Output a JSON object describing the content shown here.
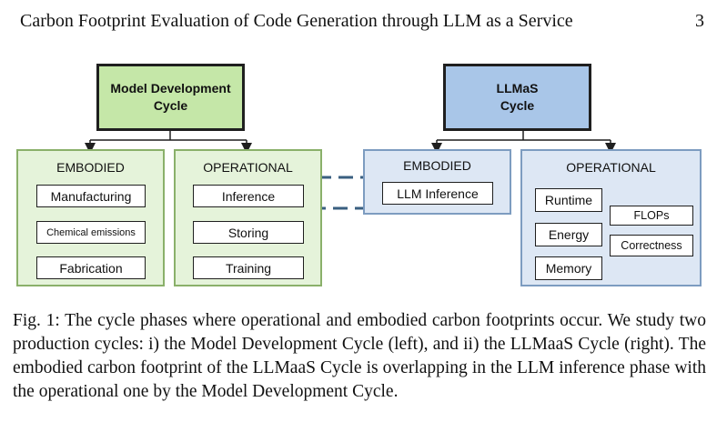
{
  "header": {
    "title": "Carbon Footprint Evaluation of Code Generation through LLM as a Service",
    "page_number": "3"
  },
  "figure": {
    "left_cycle": {
      "title_line1": "Model Development",
      "title_line2": "Cycle",
      "embodied": {
        "title": "EMBODIED",
        "items": [
          "Manufacturing",
          "Chemical emissions",
          "Fabrication"
        ]
      },
      "operational": {
        "title": "OPERATIONAL",
        "items": [
          "Inference",
          "Storing",
          "Training"
        ]
      }
    },
    "right_cycle": {
      "title_line1": "LLMaS",
      "title_line2": "Cycle",
      "embodied": {
        "title": "EMBODIED",
        "items": [
          "LLM Inference"
        ]
      },
      "operational": {
        "title": "OPERATIONAL",
        "items": [
          "Runtime",
          "FLOPs",
          "Energy",
          "Correctness",
          "Memory"
        ]
      }
    },
    "colors": {
      "green_fill": "#c5e7a8",
      "blue_fill": "#a9c6e8",
      "green_group": "#e5f3da",
      "blue_group": "#dde7f4",
      "overlap_dash": "#3a5f80"
    }
  },
  "caption": {
    "text": "Fig. 1: The cycle phases where operational and embodied carbon footprints occur. We study two production cycles: i) the Model Development Cycle (left), and ii) the LLMaaS Cycle (right). The embodied carbon footprint of the LLMaaS Cycle is overlapping in the LLM inference phase with the operational one by the Model Development Cycle."
  }
}
